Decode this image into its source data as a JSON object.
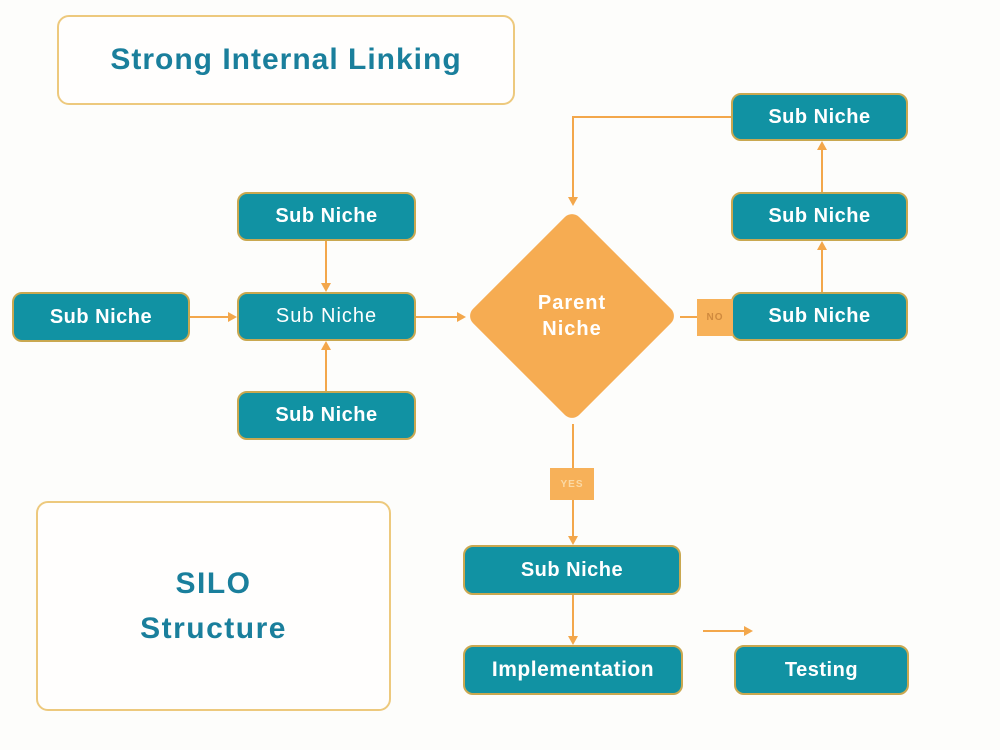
{
  "title": "Strong Internal Linking",
  "silo": {
    "line1": "SILO",
    "line2": "Structure"
  },
  "diamond": {
    "line1": "Parent",
    "line2": "Niche"
  },
  "labels": {
    "yes": "YES",
    "no": "NO"
  },
  "nodes": {
    "left": "Sub Niche",
    "mid_top": "Sub Niche",
    "mid_center": "Sub Niche",
    "mid_bottom": "Sub Niche",
    "right_top": "Sub Niche",
    "right_mid": "Sub Niche",
    "right_bottom": "Sub Niche",
    "bottom": "Sub Niche",
    "implementation": "Implementation",
    "testing": "Testing"
  },
  "colors": {
    "background": "#fdfdfb",
    "node_fill": "#1192a3",
    "node_border_gold": "#c9a850",
    "frame_border_gold": "#edc97d",
    "arrow_orange": "#f3a74b",
    "diamond_orange": "#f6ac52",
    "heading_teal": "#1a7f9c",
    "node_text": "#ffffff",
    "yes_text": "#fbd9a4",
    "no_text": "#d08a3e"
  }
}
